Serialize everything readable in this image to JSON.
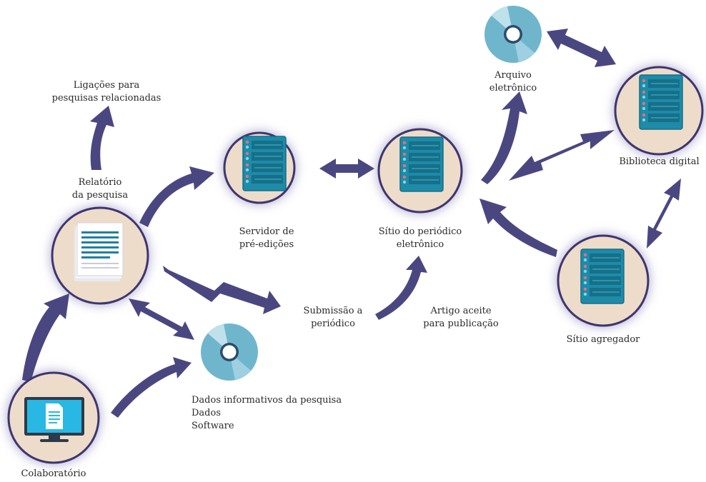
{
  "labels": {
    "related_links": [
      "Ligações para",
      "pesquisas relacionadas"
    ],
    "report": [
      "Relatório",
      "da pesquisa"
    ],
    "preprint_server": [
      "Servidor de",
      "pré-edições"
    ],
    "journal_site": [
      "Sítio do periódico",
      "eletrônico"
    ],
    "archive": [
      "Arquivo",
      "eletrônico"
    ],
    "digital_library": "Biblioteca digital",
    "aggregator": "Sítio agregador",
    "submission": [
      "Submissão a",
      "periódico"
    ],
    "accepted": [
      "Artigo aceite",
      "para publicação"
    ],
    "research_data": [
      "Dados informativos da pesquisa",
      "Dados",
      "Software"
    ],
    "collaboratory": "Colaboratório"
  },
  "colors": {
    "node_fill": "#eedcca",
    "node_stroke": "#3c3670",
    "node_glow": "#b9b4d3",
    "arrow": "#4a4780",
    "server": "#1e8ba8",
    "disc": "#6fb6cd",
    "monitor": "#29b7e4"
  }
}
